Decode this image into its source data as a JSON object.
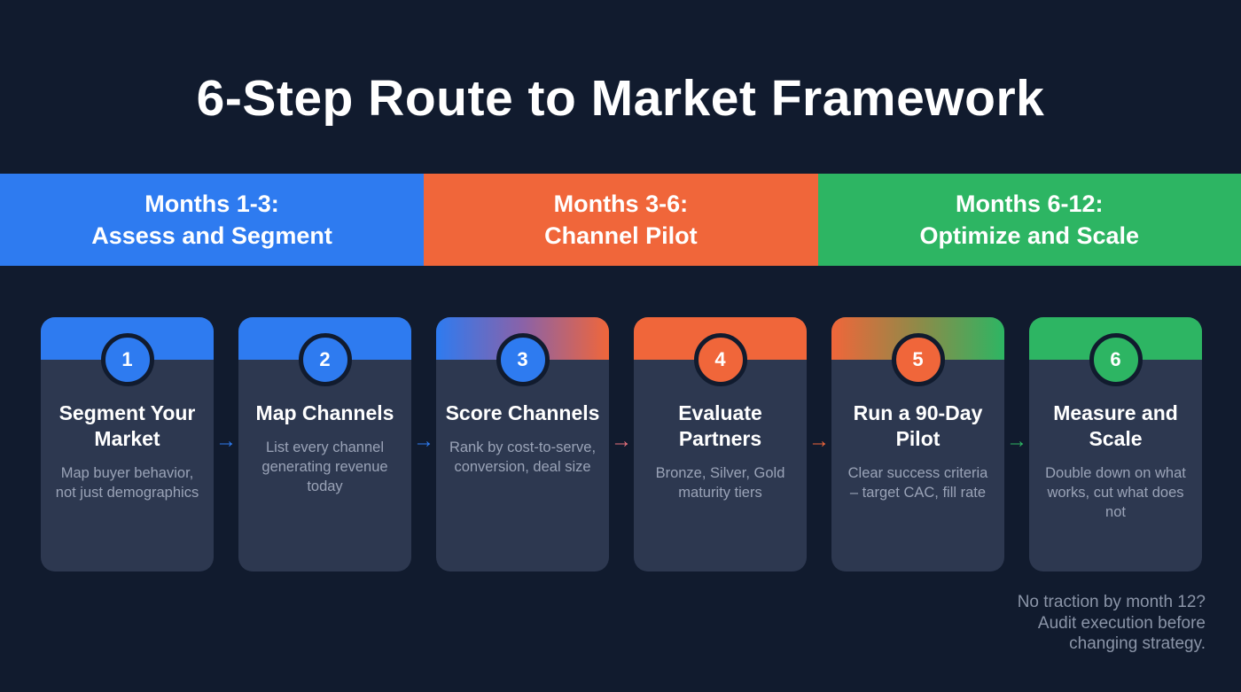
{
  "title": "6-Step Route to Market Framework",
  "colors": {
    "background": "#111b2e",
    "card_body": "#2d3850",
    "blue": "#2e7bf0",
    "orange": "#f0663a",
    "green": "#2db563",
    "muted_text": "#9aa3b7",
    "footnote_text": "#8b95a8"
  },
  "phases": [
    {
      "line1": "Months 1-3:",
      "line2": "Assess and Segment",
      "bg": "#2e7bf0"
    },
    {
      "line1": "Months 3-6:",
      "line2": "Channel Pilot",
      "bg": "#f0663a"
    },
    {
      "line1": "Months 6-12:",
      "line2": "Optimize and Scale",
      "bg": "#2db563"
    }
  ],
  "steps": [
    {
      "number": "1",
      "title": "Segment Your Market",
      "description": "Map buyer behavior, not just demographics",
      "header_bg": "#2e7bf0",
      "circle_bg": "#2e7bf0"
    },
    {
      "number": "2",
      "title": "Map Channels",
      "description": "List every channel generating revenue today",
      "header_bg": "#2e7bf0",
      "circle_bg": "#2e7bf0"
    },
    {
      "number": "3",
      "title": "Score Channels",
      "description": "Rank by cost-to-serve, conversion, deal size",
      "header_bg": "linear-gradient(90deg,#2e7bf0,#8a62a8,#f0663a)",
      "circle_bg": "#2e7bf0"
    },
    {
      "number": "4",
      "title": "Evaluate Partners",
      "description": "Bronze, Silver, Gold maturity tiers",
      "header_bg": "#f0663a",
      "circle_bg": "#f0663a"
    },
    {
      "number": "5",
      "title": "Run a 90-Day Pilot",
      "description": "Clear success criteria – target CAC, fill rate",
      "header_bg": "linear-gradient(90deg,#f0663a,#8f8a48,#2db563)",
      "circle_bg": "#f0663a"
    },
    {
      "number": "6",
      "title": "Measure and Scale",
      "description": "Double down on what works, cut what does not",
      "header_bg": "#2db563",
      "circle_bg": "#2db563"
    }
  ],
  "arrows": [
    {
      "glyph": "→",
      "color": "#2e7bf0"
    },
    {
      "glyph": "→",
      "color": "#2e7bf0"
    },
    {
      "glyph": "→",
      "color": "#e8717c"
    },
    {
      "glyph": "→",
      "color": "#f0663a"
    },
    {
      "glyph": "→",
      "color": "#2db563"
    }
  ],
  "footnote": {
    "line1": "No traction by month 12?",
    "line2": "Audit execution before",
    "line3": "changing strategy."
  }
}
